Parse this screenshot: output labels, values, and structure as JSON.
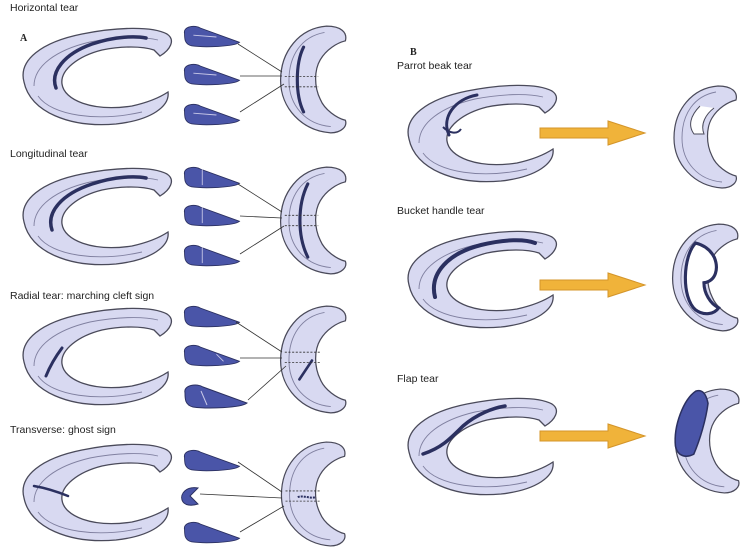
{
  "panel_a": {
    "letter": "A",
    "rows": [
      {
        "label": "Horizontal tear"
      },
      {
        "label": "Longitudinal tear"
      },
      {
        "label": "Radial tear: marching cleft sign"
      },
      {
        "label": "Transverse: ghost sign"
      }
    ]
  },
  "panel_b": {
    "letter": "B",
    "rows": [
      {
        "label": "Parrot beak tear"
      },
      {
        "label": "Bucket handle tear"
      },
      {
        "label": "Flap tear"
      }
    ]
  },
  "colors": {
    "meniscus_fill": "#d8d9f1",
    "meniscus_outline": "#4a4a5a",
    "tear_line": "#2b3060",
    "section_fill": "#4a55a8",
    "arrow_fill": "#f0b33a",
    "arrow_outline": "#d4952a"
  }
}
